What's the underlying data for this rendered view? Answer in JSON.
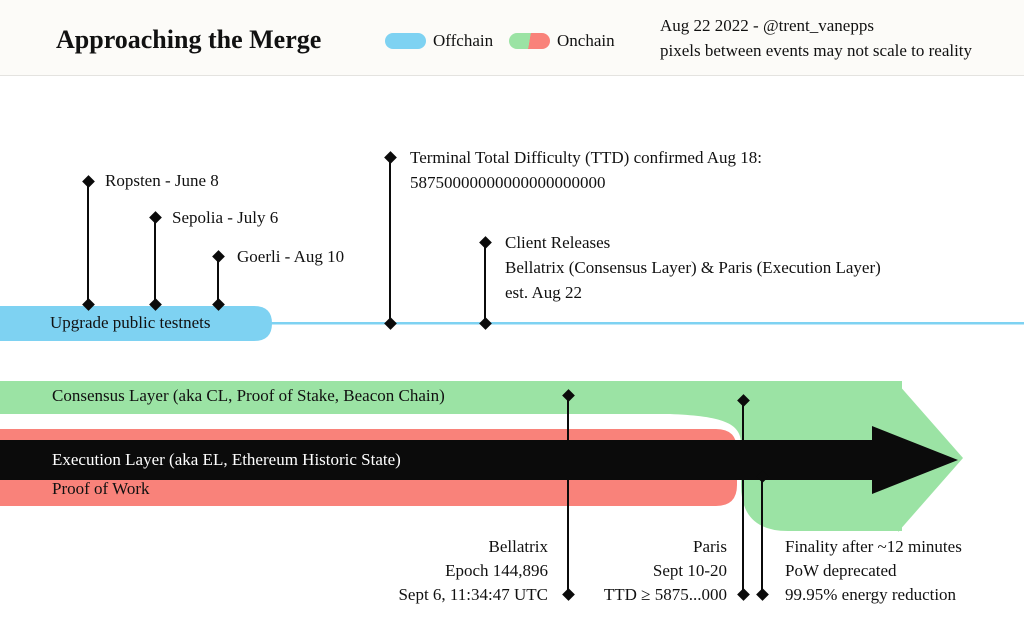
{
  "header": {
    "title": "Approaching the Merge",
    "legend": {
      "offchain_label": "Offchain",
      "onchain_label": "Onchain"
    },
    "byline_line1": "Aug 22 2022 - @trent_vanepps",
    "byline_line2": "pixels between events may not scale to reality"
  },
  "colors": {
    "offchain": "#7ed2f2",
    "onchain_green": "#9be3a4",
    "onchain_red": "#f9827a"
  },
  "bands": {
    "testnets_label": "Upgrade public testnets",
    "consensus_label": "Consensus Layer (aka CL, Proof of Stake, Beacon Chain)",
    "execution_label": "Execution Layer (aka EL, Ethereum Historic State)",
    "pow_label": "Proof of Work"
  },
  "markers": {
    "ropsten": {
      "label": "Ropsten - June 8"
    },
    "sepolia": {
      "label": "Sepolia - July 6"
    },
    "goerli": {
      "label": "Goerli - Aug 10"
    },
    "ttd": {
      "line1": "Terminal Total Difficulty (TTD) confirmed Aug 18:",
      "line2": "58750000000000000000000"
    },
    "client": {
      "line1": "Client Releases",
      "line2": "Bellatrix (Consensus Layer) & Paris (Execution Layer)",
      "line3": "est. Aug 22"
    },
    "bellatrix": {
      "line1": "Bellatrix",
      "line2": "Epoch 144,896",
      "line3": "Sept 6, 11:34:47 UTC"
    },
    "paris": {
      "line1": "Paris",
      "line2": "Sept 10-20",
      "line3": "TTD ≥ 5875...000"
    },
    "finality": {
      "line1": "Finality after ~12 minutes",
      "line2": "PoW deprecated",
      "line3": "99.95% energy reduction"
    }
  }
}
